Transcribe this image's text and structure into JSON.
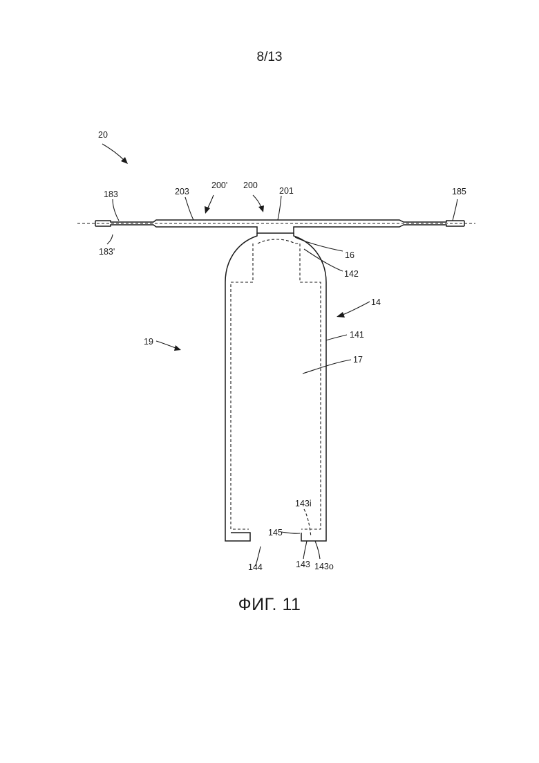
{
  "page_number": "8/13",
  "caption": "ФИГ. 11",
  "labels": {
    "l20": "20",
    "l183": "183",
    "l183p": "183'",
    "l203": "203",
    "l200p": "200'",
    "l200": "200",
    "l201": "201",
    "l185": "185",
    "l16": "16",
    "l142": "142",
    "l14": "14",
    "l141": "141",
    "l19": "19",
    "l17": "17",
    "l143i": "143i",
    "l145": "145",
    "l144": "144",
    "l143": "143",
    "l143o": "143o"
  }
}
